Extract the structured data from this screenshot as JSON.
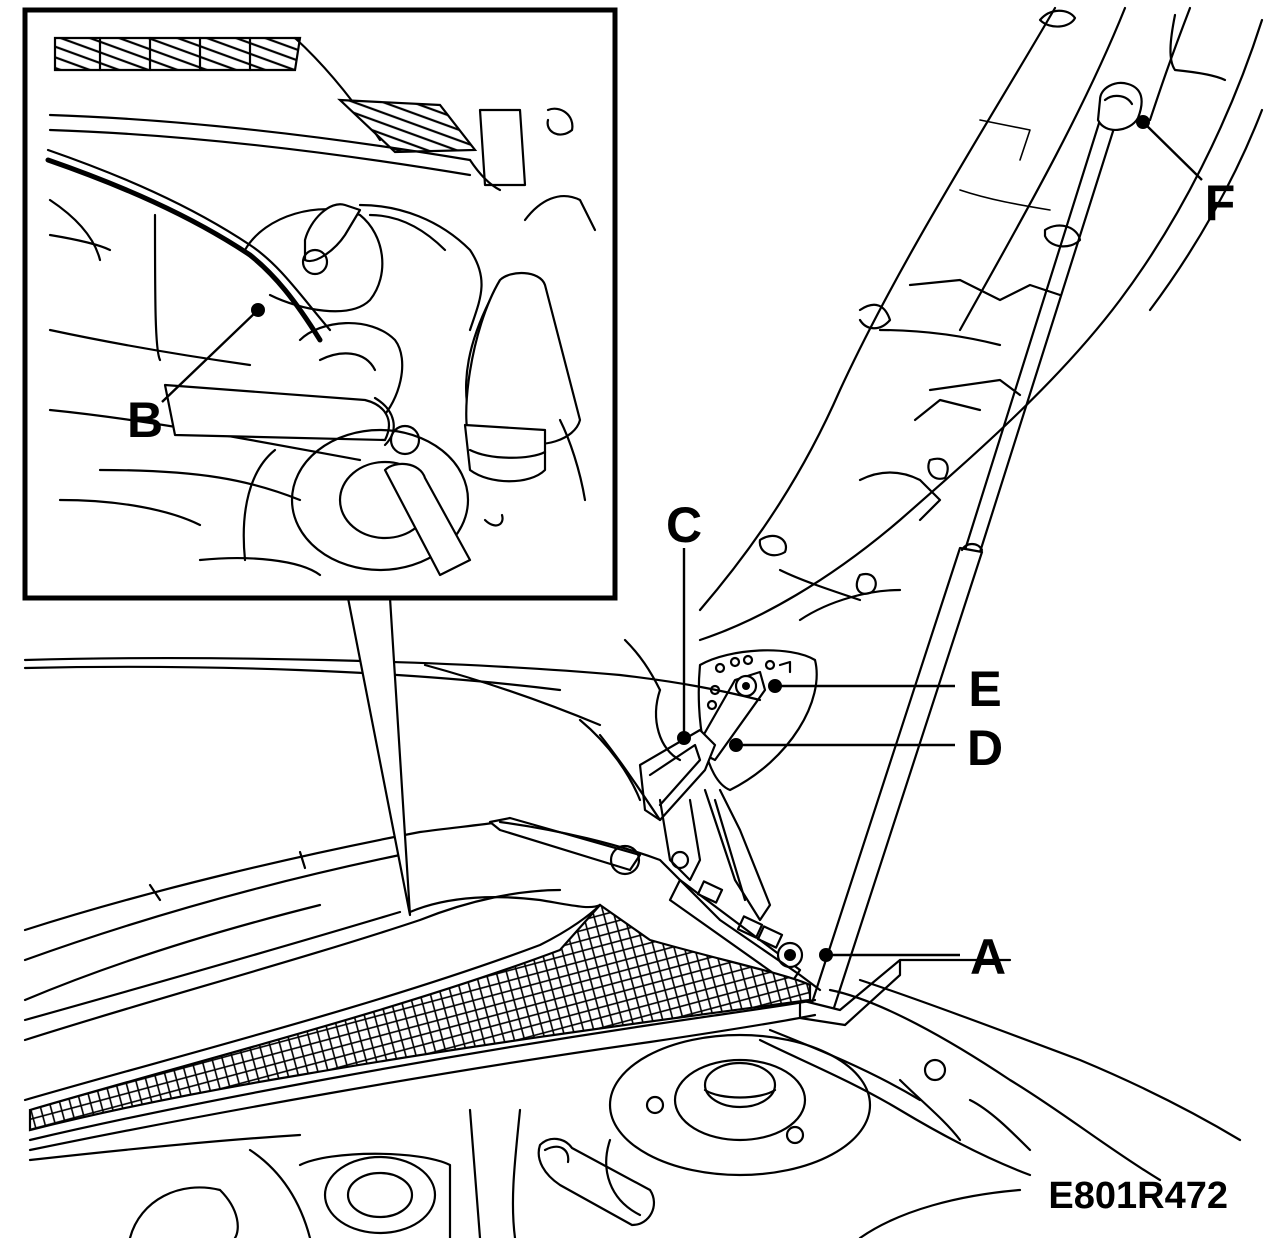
{
  "figure": {
    "reference": "E801R472"
  },
  "callouts": {
    "a": "A",
    "b": "B",
    "c": "C",
    "d": "D",
    "e": "E",
    "f": "F"
  },
  "inset": {
    "visible": true
  }
}
